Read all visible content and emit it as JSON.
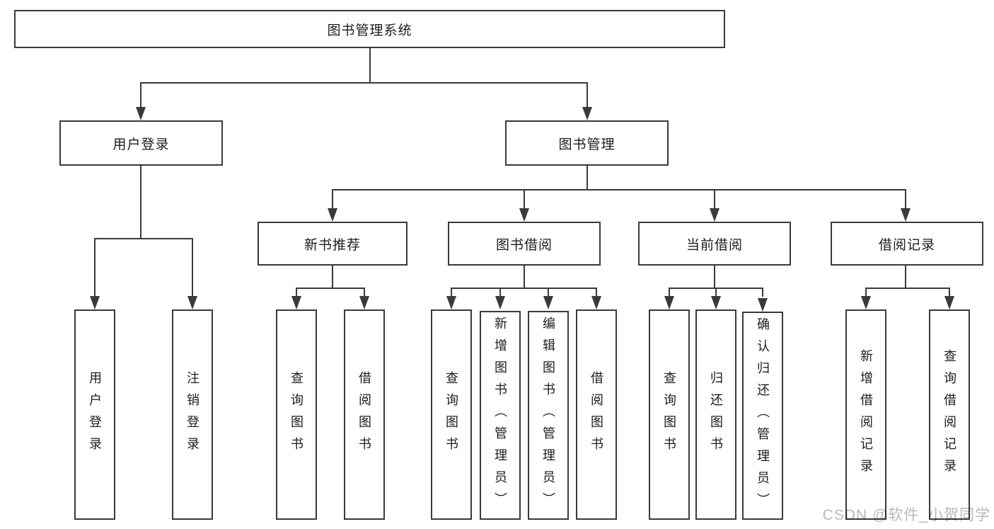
{
  "tree": {
    "root": "图书管理系统",
    "children": [
      {
        "label": "用户登录",
        "children": [
          {
            "label": "用户登录"
          },
          {
            "label": "注销登录"
          }
        ]
      },
      {
        "label": "图书管理",
        "children": [
          {
            "label": "新书推荐",
            "children": [
              {
                "label": "查询图书"
              },
              {
                "label": "借阅图书"
              }
            ]
          },
          {
            "label": "图书借阅",
            "children": [
              {
                "label": "查询图书"
              },
              {
                "label": "新增图书（管理员）"
              },
              {
                "label": "编辑图书（管理员）"
              },
              {
                "label": "借阅图书"
              }
            ]
          },
          {
            "label": "当前借阅",
            "children": [
              {
                "label": "查询图书"
              },
              {
                "label": "归还图书"
              },
              {
                "label": "确认归还（管理员）"
              }
            ]
          },
          {
            "label": "借阅记录",
            "children": [
              {
                "label": "新增借阅记录"
              },
              {
                "label": "查询借阅记录"
              }
            ]
          }
        ]
      }
    ]
  },
  "watermark": {
    "text": "CSDN @软件_小贺同学"
  },
  "colors": {
    "line": "#3a3a3a",
    "text": "#1c1c1c",
    "watermark": "#b4b8bc",
    "bg": "#ffffff"
  }
}
